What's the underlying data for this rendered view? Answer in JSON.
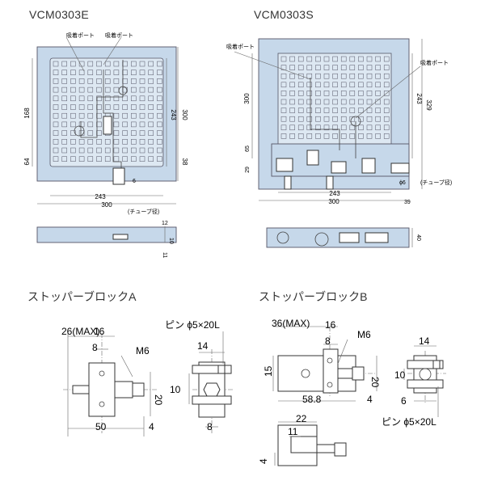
{
  "titles": {
    "left": "VCM0303E",
    "right": "VCM0303S",
    "stopper_a": "ストッパーブロックA",
    "stopper_b": "ストッパーブロックB"
  },
  "labels": {
    "suction_port": "吸着ポート",
    "tube": "(チューブ径)",
    "pin": "ピン ϕ5×20L",
    "m6": "M6",
    "max26": "26(MAX)",
    "max36": "36(MAX)"
  },
  "dims_e": {
    "w243": "243",
    "w300": "300",
    "h168": "168",
    "h64": "64",
    "h243": "243",
    "h300": "300",
    "h38": "38",
    "h6": "6",
    "s12": "12",
    "s10": "10",
    "s11": "11"
  },
  "dims_s": {
    "h300": "300",
    "h65": "65",
    "h29": "29",
    "h243": "243",
    "h329": "329",
    "w243": "243",
    "w300": "300",
    "w39": "39",
    "phi6": "ϕ6",
    "s40": "40"
  },
  "dims_a": {
    "d16": "16",
    "d8": "8",
    "d20": "20",
    "d50": "50",
    "d4": "4",
    "d14": "14",
    "d10": "10",
    "d8b": "8"
  },
  "dims_b": {
    "d16": "16",
    "d8": "8",
    "d15": "15",
    "d20": "20",
    "d58": "58.8",
    "d4": "4",
    "d22": "22",
    "d11": "11",
    "d4b": "4",
    "d14": "14",
    "d10": "10",
    "d6": "6"
  }
}
